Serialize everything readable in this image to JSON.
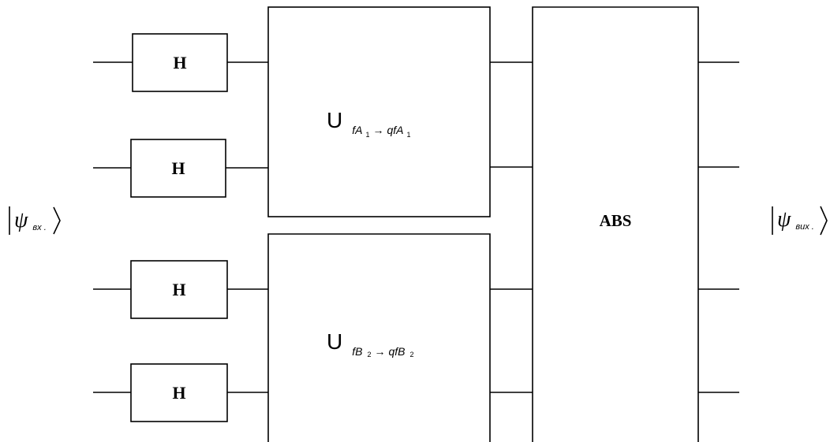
{
  "diagram": {
    "input_state": {
      "psi": "ψ",
      "subscript": "вх ."
    },
    "output_state": {
      "psi": "ψ",
      "subscript": "вих ."
    },
    "hadamard_gates": [
      {
        "label": "H"
      },
      {
        "label": "H"
      },
      {
        "label": "H"
      },
      {
        "label": "H"
      }
    ],
    "oracle_a": {
      "symbol": "U",
      "sub_fA": "fA",
      "sub_idx1": "1",
      "sub_arrow": "→",
      "sub_qfA": "qfA",
      "sub_idx2": "1"
    },
    "oracle_b": {
      "symbol": "U",
      "sub_fB": "fB",
      "sub_idx1": "2",
      "sub_arrow": "→",
      "sub_qfB": "qfB",
      "sub_idx2": "2"
    },
    "abs_block": {
      "label": "ABS"
    }
  }
}
